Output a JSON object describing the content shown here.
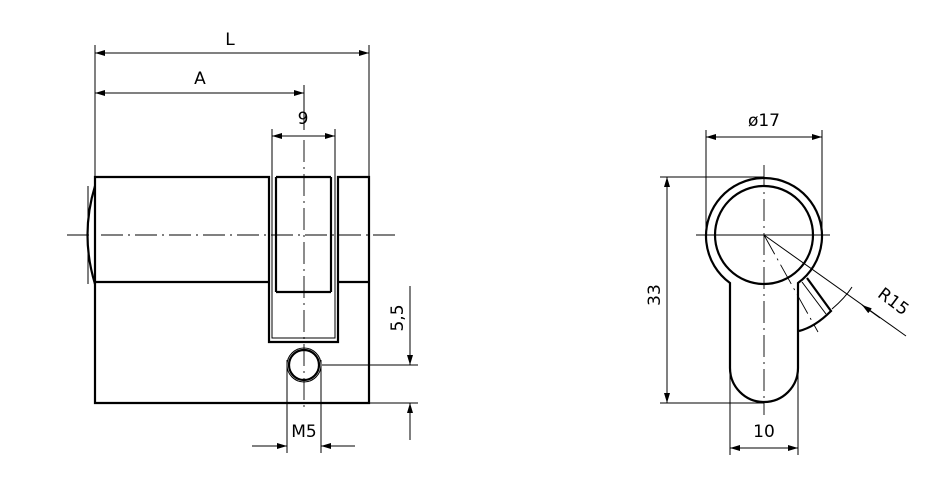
{
  "drawing": {
    "side_view": {
      "dimensions": {
        "length": "L",
        "offset": "A",
        "cam_width": "9",
        "hole_offset": "5,5",
        "thread": "M5"
      }
    },
    "front_view": {
      "dimensions": {
        "diameter": "ø17",
        "height": "33",
        "stem_width": "10",
        "cam_radius": "R15"
      }
    },
    "line_color": "#000000",
    "background": "#ffffff"
  }
}
